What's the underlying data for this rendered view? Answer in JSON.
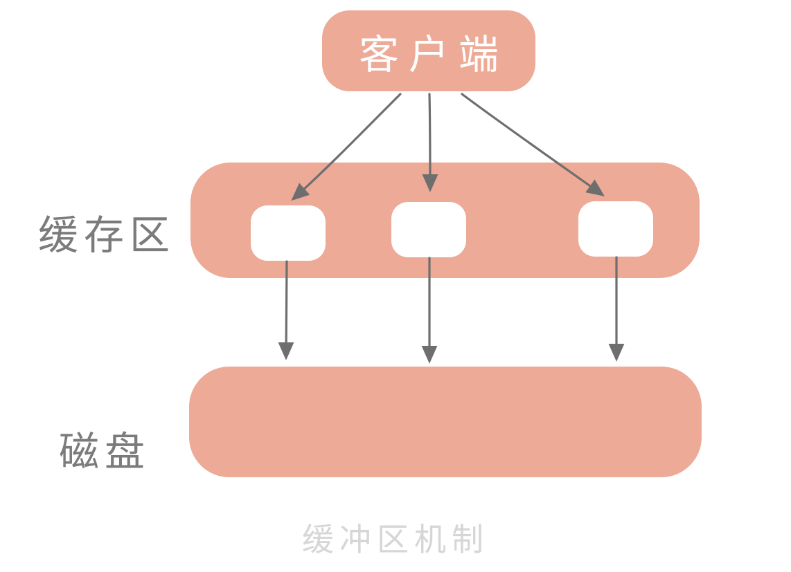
{
  "diagram": {
    "client_node": {
      "label": "客户端"
    },
    "cache_row": {
      "label": "缓存区",
      "slot_count": 3
    },
    "disk_row": {
      "label": "磁盘"
    },
    "caption": "缓冲区机制",
    "arrows": {
      "client_to_slots": 3,
      "slots_to_disk": 3
    }
  },
  "colors": {
    "node-fill": "#ecaa97",
    "slot-fill": "#ffffff",
    "arrow": "#6e6e6e",
    "label-text": "#7b7b7b",
    "caption-text": "#d6d6d6",
    "client-text": "#ffffff",
    "background": "#ffffff"
  }
}
